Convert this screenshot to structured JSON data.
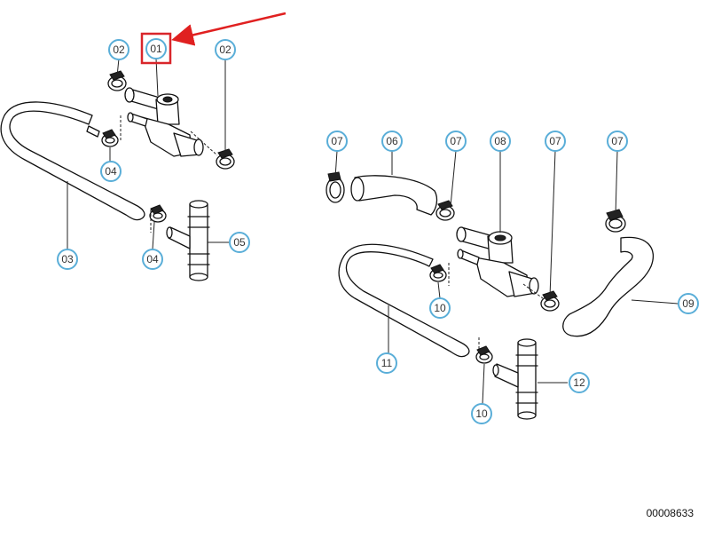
{
  "callouts": {
    "c01": "01",
    "c02a": "02",
    "c02b": "02",
    "c03": "03",
    "c04a": "04",
    "c04b": "04",
    "c05": "05",
    "c06": "06",
    "c07a": "07",
    "c07b": "07",
    "c07c": "07",
    "c07d": "07",
    "c08": "08",
    "c09": "09",
    "c10a": "10",
    "c10b": "10",
    "c11": "11",
    "c12": "12"
  },
  "reference_number": "00008633",
  "colors": {
    "bubble_border": "#5aaed8",
    "highlight_box": "#d9262b",
    "arrow": "#e02020"
  }
}
